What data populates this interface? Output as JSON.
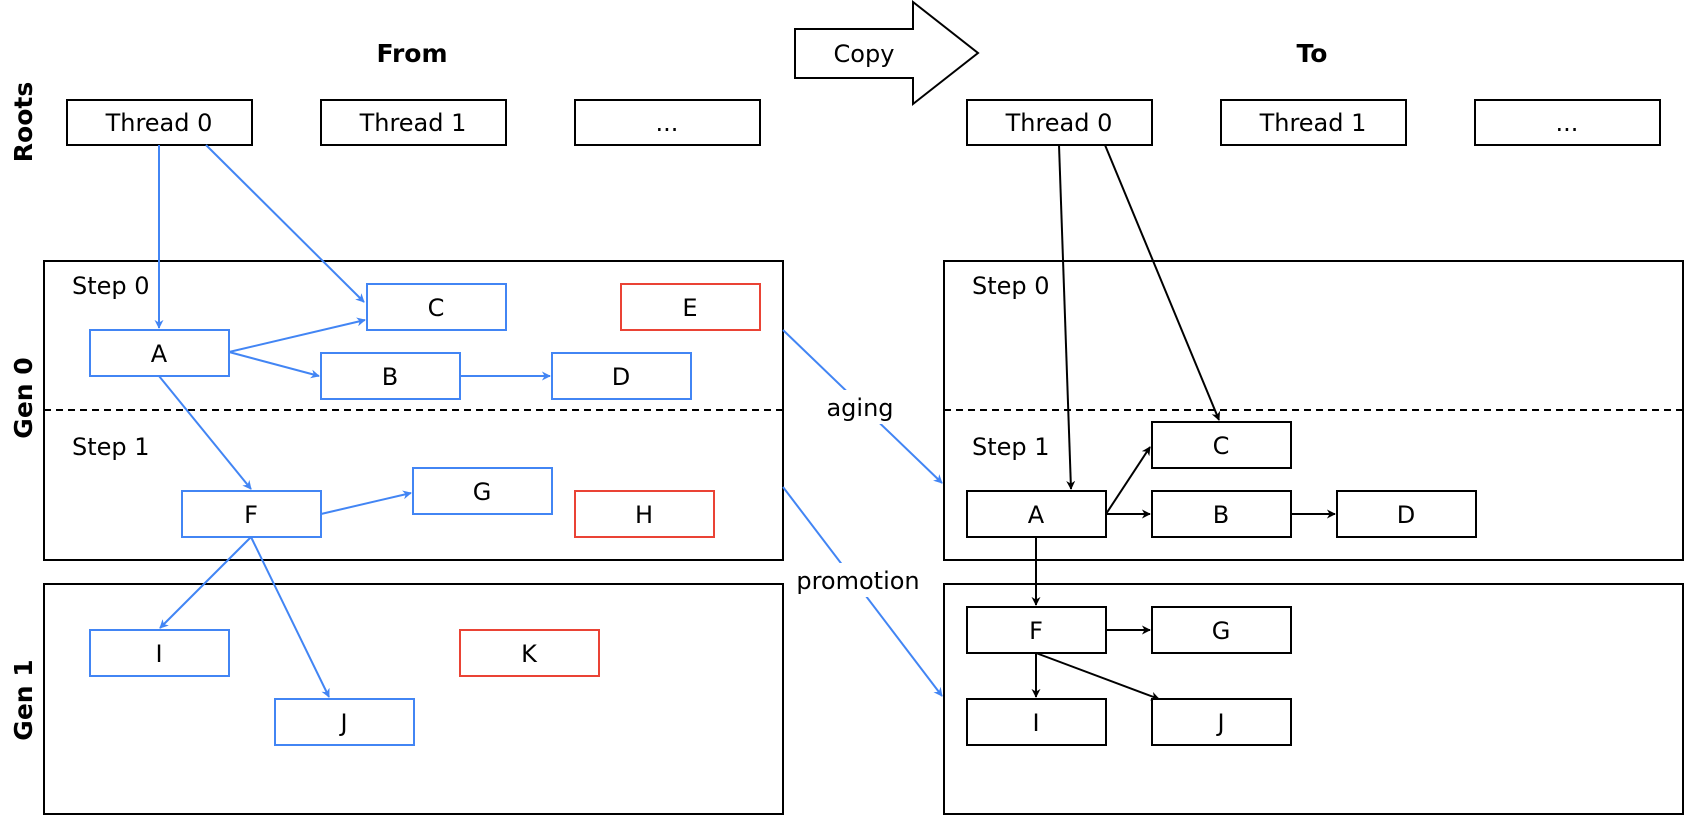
{
  "headers": {
    "from": "From",
    "to": "To"
  },
  "copy_label": "Copy",
  "row_labels": {
    "roots": "Roots",
    "gen0": "Gen 0",
    "gen1": "Gen 1"
  },
  "step_labels": {
    "step0": "Step 0",
    "step1": "Step 1"
  },
  "arrow_labels": {
    "aging": "aging",
    "promotion": "promotion"
  },
  "roots": [
    "Thread 0",
    "Thread 1",
    "..."
  ],
  "objects": {
    "A": "A",
    "B": "B",
    "C": "C",
    "D": "D",
    "E": "E",
    "F": "F",
    "G": "G",
    "H": "H",
    "I": "I",
    "J": "J",
    "K": "K"
  },
  "colors": {
    "live_from": "#4285F4",
    "dead": "#EA4335",
    "to_space": "#000000"
  }
}
